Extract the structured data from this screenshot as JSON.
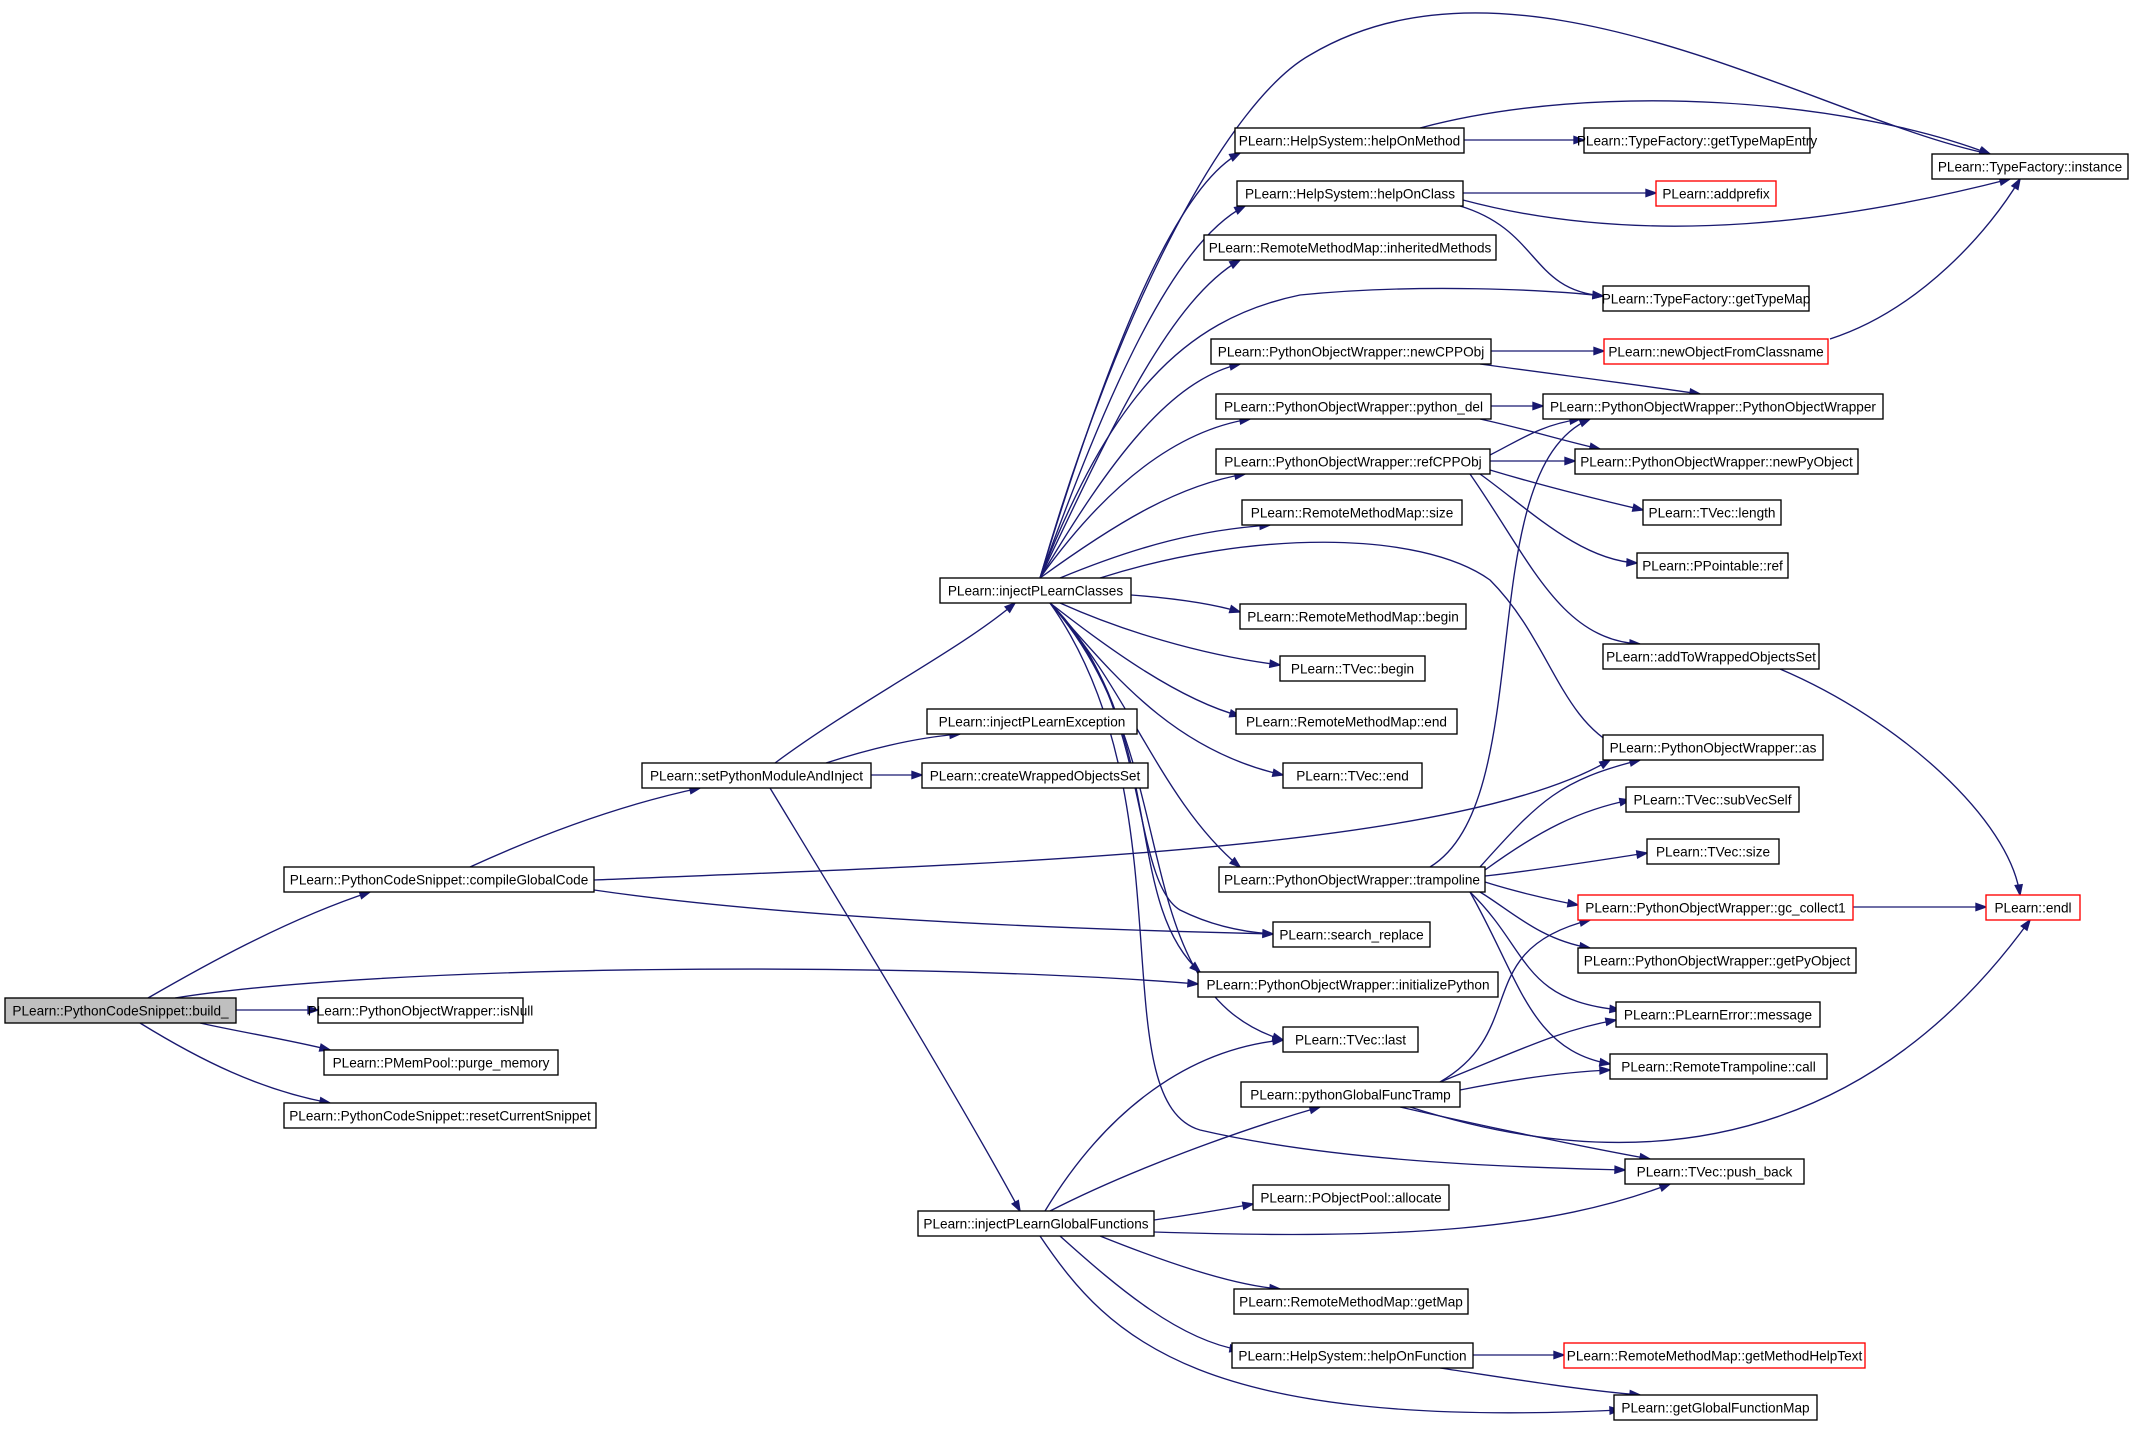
{
  "graph": {
    "root": "build_",
    "nodes": [
      {
        "id": "build_",
        "label": "PLearn::PythonCodeSnippet::build_",
        "style": "root"
      },
      {
        "id": "compileGlobalCode",
        "label": "PLearn::PythonCodeSnippet::compileGlobalCode"
      },
      {
        "id": "isNull",
        "label": "PLearn::PythonObjectWrapper::isNull"
      },
      {
        "id": "purge_memory",
        "label": "PLearn::PMemPool::purge_memory"
      },
      {
        "id": "resetCurrentSnippet",
        "label": "PLearn::PythonCodeSnippet::resetCurrentSnippet"
      },
      {
        "id": "setPythonModuleAndInject",
        "label": "PLearn::setPythonModuleAndInject"
      },
      {
        "id": "injectPLearnClasses",
        "label": "PLearn::injectPLearnClasses"
      },
      {
        "id": "injectPLearnException",
        "label": "PLearn::injectPLearnException"
      },
      {
        "id": "createWrappedObjectsSet",
        "label": "PLearn::createWrappedObjectsSet"
      },
      {
        "id": "injectPLearnGlobalFunctions",
        "label": "PLearn::injectPLearnGlobalFunctions"
      },
      {
        "id": "helpOnMethod",
        "label": "PLearn::HelpSystem::helpOnMethod"
      },
      {
        "id": "helpOnClass",
        "label": "PLearn::HelpSystem::helpOnClass"
      },
      {
        "id": "inheritedMethods",
        "label": "PLearn::RemoteMethodMap::inheritedMethods"
      },
      {
        "id": "newCPPObj",
        "label": "PLearn::PythonObjectWrapper::newCPPObj"
      },
      {
        "id": "python_del",
        "label": "PLearn::PythonObjectWrapper::python_del"
      },
      {
        "id": "refCPPObj",
        "label": "PLearn::PythonObjectWrapper::refCPPObj"
      },
      {
        "id": "rmm_size",
        "label": "PLearn::RemoteMethodMap::size"
      },
      {
        "id": "rmm_begin",
        "label": "PLearn::RemoteMethodMap::begin"
      },
      {
        "id": "tvec_begin",
        "label": "PLearn::TVec::begin"
      },
      {
        "id": "rmm_end",
        "label": "PLearn::RemoteMethodMap::end"
      },
      {
        "id": "tvec_end",
        "label": "PLearn::TVec::end"
      },
      {
        "id": "trampoline",
        "label": "PLearn::PythonObjectWrapper::trampoline"
      },
      {
        "id": "search_replace",
        "label": "PLearn::search_replace"
      },
      {
        "id": "initializePython",
        "label": "PLearn::PythonObjectWrapper::initializePython"
      },
      {
        "id": "tvec_last",
        "label": "PLearn::TVec::last"
      },
      {
        "id": "pythonGlobalFuncTramp",
        "label": "PLearn::pythonGlobalFuncTramp"
      },
      {
        "id": "allocate",
        "label": "PLearn::PObjectPool::allocate"
      },
      {
        "id": "getMap",
        "label": "PLearn::RemoteMethodMap::getMap"
      },
      {
        "id": "helpOnFunction",
        "label": "PLearn::HelpSystem::helpOnFunction"
      },
      {
        "id": "getTypeMapEntry",
        "label": "PLearn::TypeFactory::getTypeMapEntry"
      },
      {
        "id": "addprefix",
        "label": "PLearn::addprefix",
        "style": "red"
      },
      {
        "id": "getTypeMap",
        "label": "PLearn::TypeFactory::getTypeMap"
      },
      {
        "id": "newObjectFromClassname",
        "label": "PLearn::newObjectFromClassname",
        "style": "red"
      },
      {
        "id": "pow_ctor",
        "label": "PLearn::PythonObjectWrapper::PythonObjectWrapper"
      },
      {
        "id": "newPyObject",
        "label": "PLearn::PythonObjectWrapper::newPyObject"
      },
      {
        "id": "tvec_length",
        "label": "PLearn::TVec::length"
      },
      {
        "id": "ppointable_ref",
        "label": "PLearn::PPointable::ref"
      },
      {
        "id": "addToWrappedObjectsSet",
        "label": "PLearn::addToWrappedObjectsSet"
      },
      {
        "id": "pow_as",
        "label": "PLearn::PythonObjectWrapper::as"
      },
      {
        "id": "subVecSelf",
        "label": "PLearn::TVec::subVecSelf"
      },
      {
        "id": "tvec_size",
        "label": "PLearn::TVec::size"
      },
      {
        "id": "gc_collect1",
        "label": "PLearn::PythonObjectWrapper::gc_collect1",
        "style": "red"
      },
      {
        "id": "getPyObject",
        "label": "PLearn::PythonObjectWrapper::getPyObject"
      },
      {
        "id": "message",
        "label": "PLearn::PLearnError::message"
      },
      {
        "id": "call",
        "label": "PLearn::RemoteTrampoline::call"
      },
      {
        "id": "push_back",
        "label": "PLearn::TVec::push_back"
      },
      {
        "id": "getMethodHelpText",
        "label": "PLearn::RemoteMethodMap::getMethodHelpText",
        "style": "red"
      },
      {
        "id": "getGlobalFunctionMap",
        "label": "PLearn::getGlobalFunctionMap"
      },
      {
        "id": "instance",
        "label": "PLearn::TypeFactory::instance"
      },
      {
        "id": "endl",
        "label": "PLearn::endl",
        "style": "red"
      }
    ],
    "edges": [
      [
        "build_",
        "compileGlobalCode"
      ],
      [
        "build_",
        "initializePython"
      ],
      [
        "build_",
        "isNull"
      ],
      [
        "build_",
        "purge_memory"
      ],
      [
        "build_",
        "resetCurrentSnippet"
      ],
      [
        "compileGlobalCode",
        "setPythonModuleAndInject"
      ],
      [
        "compileGlobalCode",
        "pow_as"
      ],
      [
        "compileGlobalCode",
        "search_replace"
      ],
      [
        "setPythonModuleAndInject",
        "injectPLearnClasses"
      ],
      [
        "setPythonModuleAndInject",
        "injectPLearnException"
      ],
      [
        "setPythonModuleAndInject",
        "createWrappedObjectsSet"
      ],
      [
        "setPythonModuleAndInject",
        "injectPLearnGlobalFunctions"
      ],
      [
        "injectPLearnClasses",
        "instance"
      ],
      [
        "injectPLearnClasses",
        "helpOnMethod"
      ],
      [
        "injectPLearnClasses",
        "helpOnClass"
      ],
      [
        "injectPLearnClasses",
        "inheritedMethods"
      ],
      [
        "injectPLearnClasses",
        "getTypeMap"
      ],
      [
        "injectPLearnClasses",
        "newCPPObj"
      ],
      [
        "injectPLearnClasses",
        "python_del"
      ],
      [
        "injectPLearnClasses",
        "refCPPObj"
      ],
      [
        "injectPLearnClasses",
        "rmm_size"
      ],
      [
        "injectPLearnClasses",
        "pow_as"
      ],
      [
        "injectPLearnClasses",
        "rmm_begin"
      ],
      [
        "injectPLearnClasses",
        "tvec_begin"
      ],
      [
        "injectPLearnClasses",
        "rmm_end"
      ],
      [
        "injectPLearnClasses",
        "tvec_end"
      ],
      [
        "injectPLearnClasses",
        "trampoline"
      ],
      [
        "injectPLearnClasses",
        "search_replace"
      ],
      [
        "injectPLearnClasses",
        "initializePython"
      ],
      [
        "injectPLearnClasses",
        "tvec_last"
      ],
      [
        "injectPLearnClasses",
        "push_back"
      ],
      [
        "helpOnMethod",
        "getTypeMapEntry"
      ],
      [
        "helpOnMethod",
        "instance"
      ],
      [
        "helpOnClass",
        "addprefix"
      ],
      [
        "helpOnClass",
        "instance"
      ],
      [
        "helpOnClass",
        "getTypeMap"
      ],
      [
        "newCPPObj",
        "newObjectFromClassname"
      ],
      [
        "newCPPObj",
        "pow_ctor"
      ],
      [
        "newObjectFromClassname",
        "instance"
      ],
      [
        "python_del",
        "pow_ctor"
      ],
      [
        "python_del",
        "newPyObject"
      ],
      [
        "refCPPObj",
        "pow_ctor"
      ],
      [
        "refCPPObj",
        "newPyObject"
      ],
      [
        "refCPPObj",
        "tvec_length"
      ],
      [
        "refCPPObj",
        "ppointable_ref"
      ],
      [
        "refCPPObj",
        "addToWrappedObjectsSet"
      ],
      [
        "addToWrappedObjectsSet",
        "endl"
      ],
      [
        "trampoline",
        "pow_ctor"
      ],
      [
        "trampoline",
        "pow_as"
      ],
      [
        "trampoline",
        "subVecSelf"
      ],
      [
        "trampoline",
        "tvec_size"
      ],
      [
        "trampoline",
        "gc_collect1"
      ],
      [
        "trampoline",
        "getPyObject"
      ],
      [
        "trampoline",
        "message"
      ],
      [
        "trampoline",
        "call"
      ],
      [
        "gc_collect1",
        "endl"
      ],
      [
        "injectPLearnGlobalFunctions",
        "tvec_last"
      ],
      [
        "injectPLearnGlobalFunctions",
        "pythonGlobalFuncTramp"
      ],
      [
        "injectPLearnGlobalFunctions",
        "allocate"
      ],
      [
        "injectPLearnGlobalFunctions",
        "push_back"
      ],
      [
        "injectPLearnGlobalFunctions",
        "getMap"
      ],
      [
        "injectPLearnGlobalFunctions",
        "helpOnFunction"
      ],
      [
        "injectPLearnGlobalFunctions",
        "getGlobalFunctionMap"
      ],
      [
        "pythonGlobalFuncTramp",
        "gc_collect1"
      ],
      [
        "pythonGlobalFuncTramp",
        "message"
      ],
      [
        "pythonGlobalFuncTramp",
        "call"
      ],
      [
        "pythonGlobalFuncTramp",
        "push_back"
      ],
      [
        "pythonGlobalFuncTramp",
        "endl"
      ],
      [
        "helpOnFunction",
        "getMethodHelpText"
      ],
      [
        "helpOnFunction",
        "getGlobalFunctionMap"
      ]
    ]
  }
}
